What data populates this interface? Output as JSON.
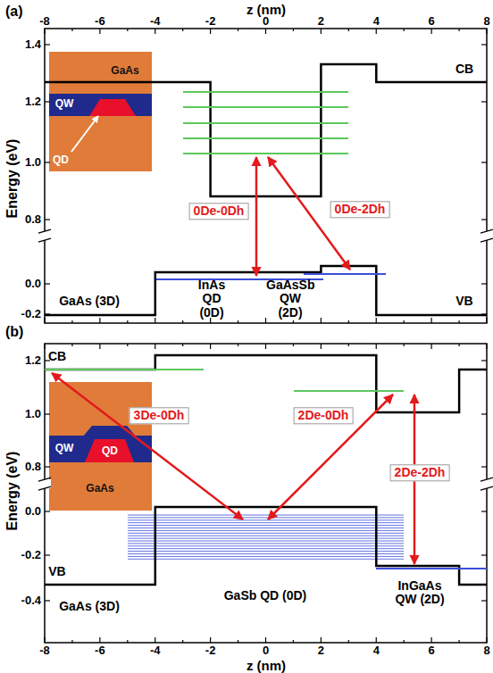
{
  "diagram": {
    "labels": [
      "(a)",
      "z (nm)",
      "-8",
      "-6",
      "-4",
      "-2",
      "0",
      "2",
      "4",
      "6",
      "8",
      "1.4",
      "1.2",
      "1.0",
      "0.8",
      "0.0",
      "-0.2",
      "Energy (eV)",
      "CB",
      "VB",
      "GaAs (3D)",
      "InAs QD (0D)",
      "GaAsSb QW (2D)",
      "0De-0Dh",
      "0De-2Dh",
      "GaAs",
      "QW",
      "QD",
      "(b)",
      "CB",
      "VB",
      "GaAs (3D)",
      "GaSb QD (0D)",
      "InGaAs QW (2D)",
      "3De-0Dh",
      "2De-0Dh",
      "2De-2Dh",
      "1.2",
      "1.0",
      "0.8",
      "0.0",
      "-0.2",
      "-0.4",
      "Energy (eV)",
      "-8",
      "-6",
      "-4",
      "-2",
      "0",
      "2",
      "4",
      "6",
      "8",
      "z (nm)",
      "QW",
      "QD",
      "GaAs"
    ]
  }
}
